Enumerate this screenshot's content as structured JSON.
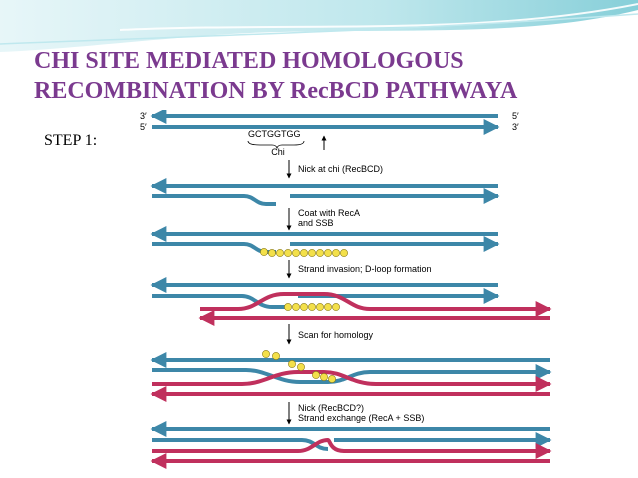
{
  "slide": {
    "title_line1": "CHI SITE MEDIATED HOMOLOGOUS",
    "title_line2": "RECOMBINATION BY RecBCD PATHWAYA",
    "step_label": "STEP 1:"
  },
  "colors": {
    "title": "#7b3a8f",
    "blue_strand": "#3d87a8",
    "red_strand": "#c0305d",
    "protein": "#f3e04a",
    "header_teal": "#7fcdd6"
  },
  "diagram": {
    "top_left_3prime": "3′",
    "top_left_5prime": "5′",
    "top_right_5prime": "5′",
    "top_right_3prime": "3′",
    "chi_sequence": "GCTGGTGG",
    "chi_label": "Chi",
    "step_labels": [
      "Nick at chi (RecBCD)",
      "Coat with RecA",
      "and SSB",
      "Strand invasion; D-loop formation",
      "Scan for homology",
      "Nick (RecBCD?)",
      "Strand exchange (RecA + SSB)"
    ]
  }
}
